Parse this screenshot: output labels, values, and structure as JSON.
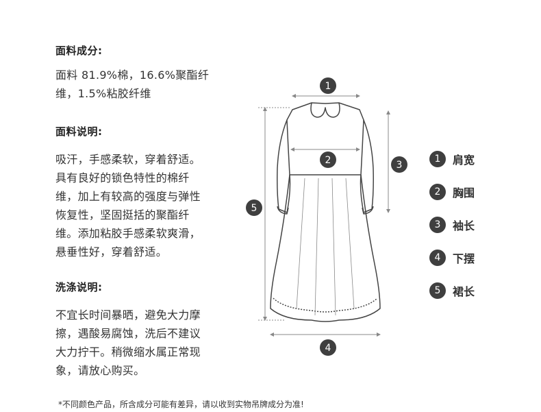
{
  "fabric": {
    "title": "面料成分:",
    "lines": [
      "面料 81.9%棉，16.6%聚酯纤",
      "维，1.5%粘胶纤维"
    ]
  },
  "description": {
    "title": "面料说明:",
    "lines": [
      "吸汗，手感柔软，穿着舒适。",
      "具有良好的锁色特性的棉纤",
      "维，加上有较高的强度与弹性",
      "恢复性，坚固挺括的聚酯纤",
      "维。添加粘胶手感柔软爽滑，",
      "悬垂性好，穿着舒适。"
    ]
  },
  "washing": {
    "title": "洗涤说明:",
    "lines": [
      "不宜长时间暴晒，避免大力摩",
      "擦，遇酸易腐蚀，洗后不建议",
      "大力拧干。稍微缩水属正常现",
      "象，请放心购买。"
    ]
  },
  "diagram_markers": [
    "1",
    "2",
    "3",
    "4",
    "5"
  ],
  "legend": [
    {
      "num": "1",
      "label": "肩宽"
    },
    {
      "num": "2",
      "label": "胸围"
    },
    {
      "num": "3",
      "label": "袖长"
    },
    {
      "num": "4",
      "label": "下摆"
    },
    {
      "num": "5",
      "label": "裙长"
    }
  ],
  "footnote": "*不同颜色产品，所含成分可能有差异，请以收到实物吊牌成分为准!",
  "colors": {
    "marker": "#3f3f3f",
    "text": "#333333",
    "measure_line": "#888888"
  }
}
